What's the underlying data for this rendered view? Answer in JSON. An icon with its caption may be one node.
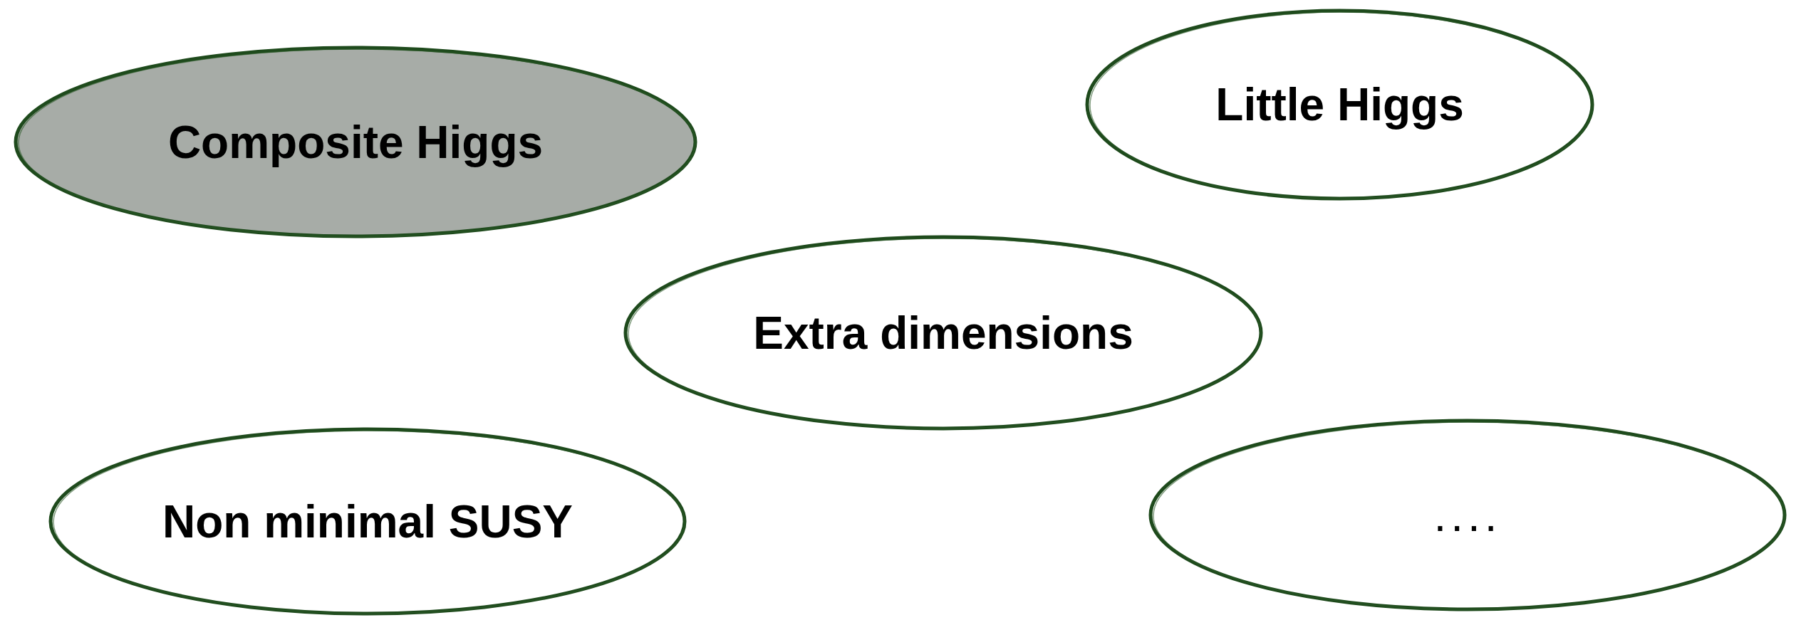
{
  "diagram": {
    "nodes": [
      {
        "text": [
          "Composite Higgs"
        ]
      },
      {
        "text": [
          "Little Higgs"
        ]
      },
      {
        "text": [
          "Extra dimensions"
        ]
      },
      {
        "text": [
          "Non minimal SUSY"
        ]
      },
      {
        "text": [
          "...."
        ]
      }
    ]
  }
}
